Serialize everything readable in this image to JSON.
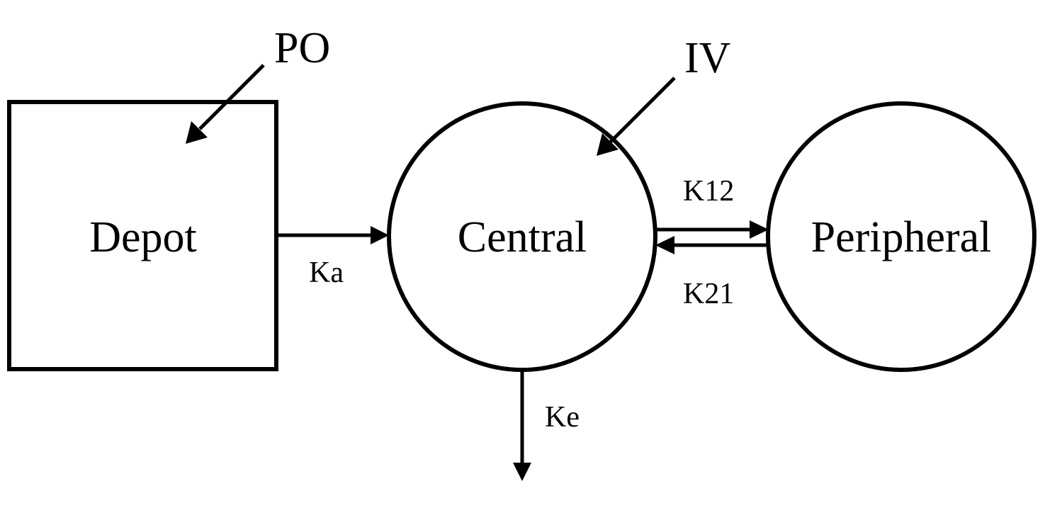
{
  "compartments": {
    "depot": "Depot",
    "central": "Central",
    "peripheral": "Peripheral"
  },
  "doses": {
    "oral": "PO",
    "intravenous": "IV"
  },
  "rates": {
    "absorption": "Ka",
    "central_to_peripheral": "K12",
    "peripheral_to_central": "K21",
    "elimination": "Ke"
  },
  "colors": {
    "stroke": "#000000",
    "background": "#ffffff"
  }
}
